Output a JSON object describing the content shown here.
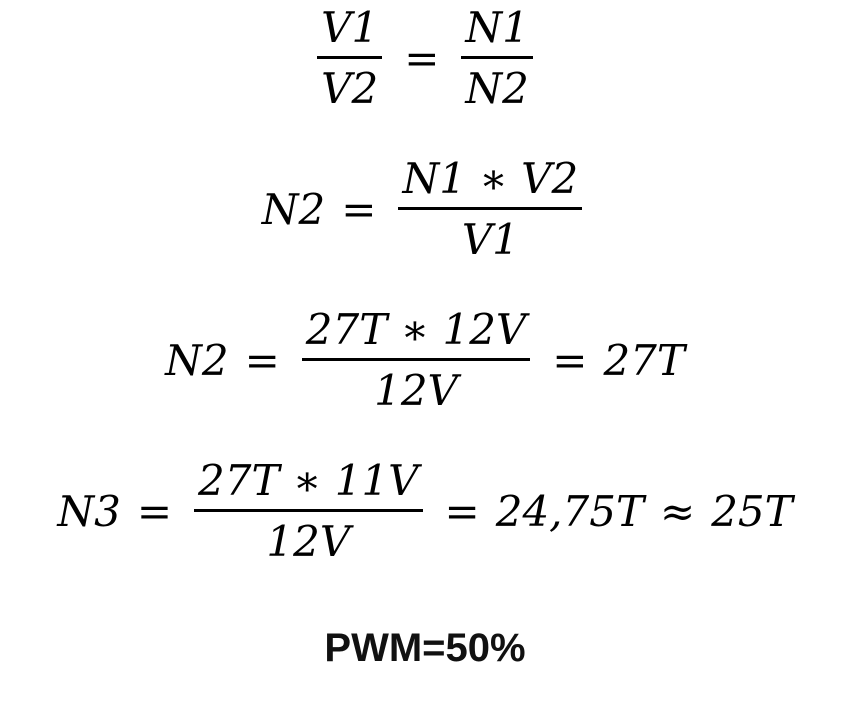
{
  "equations": {
    "eq1": {
      "lhs_num": "V1",
      "lhs_den": "V2",
      "op": "=",
      "rhs_num": "N1",
      "rhs_den": "N2"
    },
    "eq2": {
      "lhs": "N2",
      "op": "=",
      "num": "N1 ∗ V2",
      "den": "V1"
    },
    "eq3": {
      "lhs": "N2",
      "op1": "=",
      "num": "27T ∗ 12V",
      "den": "12V",
      "op2": "=",
      "result": "27T"
    },
    "eq4": {
      "lhs": "N3",
      "op1": "=",
      "num": "27T ∗ 11V",
      "den": "12V",
      "op2": "=",
      "result": "24,75T",
      "op3": "≈",
      "approx": "25T"
    }
  },
  "footer": {
    "pwm": "PWM=50%"
  }
}
